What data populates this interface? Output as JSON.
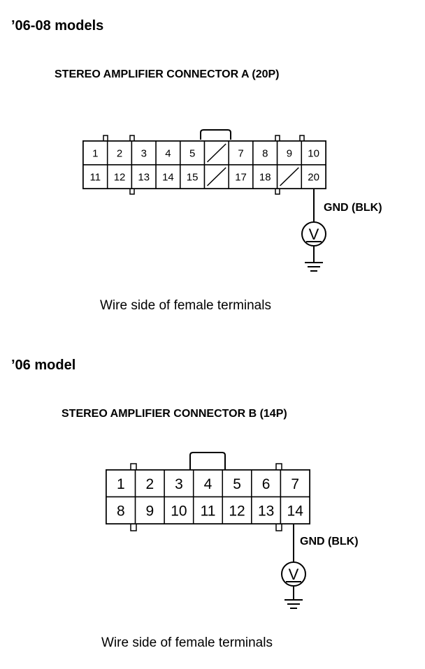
{
  "section_a": {
    "heading": "’06-08 models",
    "connector_title": "STEREO AMPLIFIER CONNECTOR A (20P)",
    "row1": [
      "1",
      "2",
      "3",
      "4",
      "5",
      "",
      "7",
      "8",
      "9",
      "10"
    ],
    "row2": [
      "11",
      "12",
      "13",
      "14",
      "15",
      "",
      "17",
      "18",
      "",
      "20"
    ],
    "wire_label": "GND (BLK)",
    "meter_symbol": "V",
    "caption": "Wire side of female terminals"
  },
  "section_b": {
    "heading": "’06 model",
    "connector_title": "STEREO AMPLIFIER CONNECTOR B (14P)",
    "row1": [
      "1",
      "2",
      "3",
      "4",
      "5",
      "6",
      "7"
    ],
    "row2": [
      "8",
      "9",
      "10",
      "11",
      "12",
      "13",
      "14"
    ],
    "wire_label": "GND (BLK)",
    "meter_symbol": "V",
    "caption": "Wire side of female terminals"
  }
}
